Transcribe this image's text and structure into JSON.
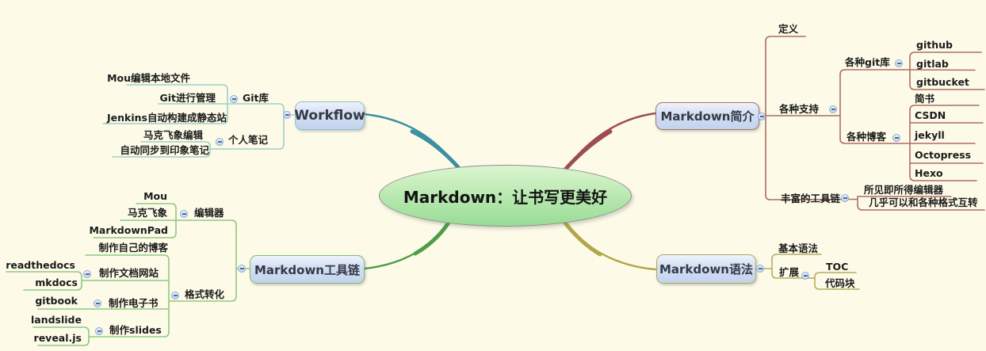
{
  "center": {
    "label": "Markdown：让书写更美好"
  },
  "branches": {
    "workflow": {
      "label": "Workflow",
      "children": {
        "git_repo": {
          "label": "Git库",
          "items": [
            "Mou编辑本地文件",
            "Git进行管理",
            "Jenkins自动构建成静态站"
          ]
        },
        "personal_notes": {
          "label": "个人笔记",
          "items": [
            "马克飞象编辑",
            "自动同步到印象笔记"
          ]
        }
      }
    },
    "toolchain": {
      "label": "Markdown工具链",
      "children": {
        "editors": {
          "label": "编辑器",
          "items": [
            "Mou",
            "马克飞象",
            "MarkdownPad"
          ]
        },
        "conversion": {
          "label": "格式转化",
          "items": [
            "制作自己的博客"
          ],
          "children": {
            "doc_site": {
              "label": "制作文档网站",
              "items": [
                "readthedocs",
                "mkdocs"
              ]
            },
            "ebook": {
              "label": "制作电子书",
              "items": [
                "gitbook"
              ]
            },
            "slides": {
              "label": "制作slides",
              "items": [
                "landslide",
                "reveal.js"
              ]
            }
          }
        }
      }
    },
    "intro": {
      "label": "Markdown简介",
      "items": [
        "定义"
      ],
      "children": {
        "support": {
          "label": "各种支持",
          "children": {
            "git_repos": {
              "label": "各种git库",
              "items": [
                "github",
                "gitlab",
                "gitbucket"
              ]
            },
            "blogs": {
              "label": "各种博客",
              "items": [
                "简书",
                "CSDN",
                "jekyll",
                "Octopress",
                "Hexo"
              ]
            }
          }
        },
        "rich_toolchain": {
          "label": "丰富的工具链",
          "items": [
            "所见即所得编辑器",
            "几乎可以和各种格式互转"
          ]
        }
      }
    },
    "syntax": {
      "label": "Markdown语法",
      "items": [
        "基本语法"
      ],
      "children": {
        "extensions": {
          "label": "扩展",
          "items": [
            "TOC",
            "代码块"
          ]
        }
      }
    }
  },
  "colors": {
    "background": "#fdfbe8",
    "workflow_curve": "#3d8fa2",
    "workflow_line": "#9fd0c8",
    "toolchain_curve": "#4d9e48",
    "toolchain_line": "#8fc981",
    "intro_curve": "#9d4d50",
    "intro_line": "#ad6e66",
    "syntax_curve": "#b0a74b",
    "syntax_line": "#b7ad60",
    "node_fill": "#cdd9f1",
    "center_fill": "#98dc95"
  }
}
